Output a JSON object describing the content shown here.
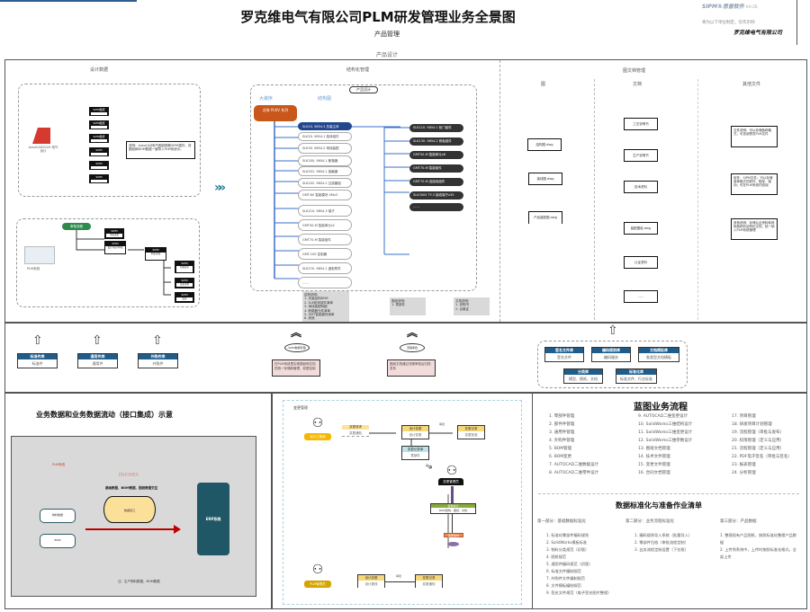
{
  "header": {
    "title": "罗克维电气有限公司PLM研发管理业务全景图",
    "subtitle": "产品管理",
    "section": "产品设计",
    "brand": "SIPM®思普软件",
    "brand_tag": "KH-ZB",
    "brand_note": "将为以下单位制定，仅作示例",
    "company_stamp": "罗克维电气有限公司"
  },
  "design_tools": {
    "title": "设计数据",
    "app_label": "AutoCAD2020 电气设计",
    "chips": [
      "SIPM图纸",
      "SIPM图纸",
      "SIPM图纸",
      "SIPM",
      "SIPM",
      "SIPM"
    ],
    "note": "说明：AutoCAD电气图纸借助SIPM插件，将图纸和BOM数据一键导入PLM系统中。"
  },
  "workflow": {
    "app_label": "PLM系统",
    "root": "审批流程",
    "nodes": [
      "审批流程",
      "设计/校对/审核",
      "审批/批准",
      "归档发布",
      "变更流程",
      "结束"
    ]
  },
  "bom": {
    "title": "结构化管理",
    "frame_label": "产品设计",
    "tab_left": "大装序",
    "tab_right": "结构图",
    "root": "总装 PLKV 系列",
    "left_items": [
      "SLK10. 9854.3 总装主体",
      "SLK20. 9854.1 柜体组件",
      "SLK30. 9854.2 母线装配",
      "SLK200. 9854.1 断路器",
      "SLK201. 9854.1 接触器",
      "SLK202. 9854.2 互感器组",
      "GMT-60 智能模块 SMx3",
      "SLK210. 9854.3 端子",
      "GMT50-M 智能单元x2",
      "GMT70-M 智能组件",
      "GMT-100 控制器",
      "SLK270. 9854.1 盘柜附件",
      "……"
    ],
    "right_items": [
      "SLK110. 9854.1 柜门组件",
      "SLK130. 9854.2 侧板组件",
      "GMT50-M 智能单元x8",
      "GMT70-M 智能组件",
      "GMT70-M 连接线组件",
      "SLK3005 TY-3 接线端子x30",
      "……"
    ]
  },
  "bom_notes": {
    "left": [
      "结构说明：",
      "1. 总装结构BOM",
      "2. SLK柜体部件清单",
      "3. 母线装配明细",
      "4. 断路器元件清单",
      "5. GMT智能模块清单",
      "6. 其他",
      "……"
    ],
    "middle": [
      "图纸说明：",
      "1. 零部件"
    ],
    "right": [
      "文档说明：",
      "1. 说明书",
      "2. 合格证"
    ]
  },
  "doc_mgmt": {
    "title": "图文档管理",
    "columns": [
      "图",
      "文档",
      "其他文件"
    ],
    "drawings": [
      "结构图.dwg",
      "接线图.dwg",
      "产品装配图.dwg"
    ],
    "docs": [
      "工艺说明书",
      "生产说明书",
      "技术资料",
      "装配图纸.dwg",
      "认证资料",
      "……"
    ],
    "others": [
      "文件说明：可以存储各种格式，可查阅预览PLM文件",
      "软件：SIPM文件；可以存储各种格式的软件、程序、驱动；可在PLM系统内查阅",
      "其他说明：存储认证资料和其他各种非结构化文档，统一纳入PLM系统管理"
    ]
  },
  "libraries": {
    "left": [
      {
        "title": "标准件库",
        "body": "标准件"
      },
      {
        "title": "通用件库",
        "body": "通用件"
      },
      {
        "title": "外购件库",
        "body": "外购件"
      }
    ],
    "middle": [
      {
        "bubble": "SIPM数据管理",
        "note": "在PLM系统里实现图纸和文档的统一存储和管理，权限控制"
      },
      {
        "bubble": "流程审批",
        "note": "图纸文档通过流程审批后归档发布"
      }
    ],
    "right": [
      {
        "title": "签名文件库",
        "body": "签名文件"
      },
      {
        "title": "编码规则库",
        "body": "编码服务"
      },
      {
        "title": "文档模板库",
        "body": "各类型文档模板"
      },
      {
        "title": "分类库",
        "body": "模型、图纸、文档"
      },
      {
        "title": "标准化库",
        "body": "标准文件、行业标准"
      }
    ]
  },
  "integration": {
    "title": "业务数据和业务数据流动（接口集成）示意",
    "label_top": "PLM系统",
    "label_mid": "ERP/MES",
    "cylinder_caption": "基础数据、BOM数据、图纸数据交互",
    "cylinder_label": "数据接口",
    "left_boxes": [
      "物料数据",
      "BOM"
    ],
    "target": "ERP系统",
    "footer": "注：生产物料数据、BOM数据"
  },
  "change_mgmt": {
    "title": "变更管理",
    "role_top": "设计工程师",
    "role_mid": "变更管理员",
    "role_bottom": "PLM管理员",
    "top_boxes": [
      {
        "head": "变更请求",
        "body": "变更通知"
      },
      {
        "head": "设计变更",
        "body": "设计变更"
      },
      {
        "head": "变更记录",
        "body": "变更批准"
      }
    ],
    "sub_box": {
      "head": "变更记录单",
      "body": "零部件"
    },
    "green_box": {
      "head": "变更执行",
      "body": "BOM结构、图纸、文档"
    },
    "orange_box": "变更发布",
    "bottom_boxes": [
      {
        "head": "设计变更",
        "body": "设计更改"
      },
      {
        "head": "变更记录",
        "body": "变更通知"
      }
    ],
    "link_label": "审批"
  },
  "blueprint": {
    "title": "蓝图业务流程",
    "col1": [
      "1. 零部件管理",
      "2. 部件件管理",
      "3. 通用件管理",
      "4. 外购件管理",
      "5. BOM管理",
      "6. BOM变更",
      "7. AUTOCAD二维数据设计",
      "8. AUTOCAD二维零件设计"
    ],
    "col2": [
      "9. AUTOCAD二维变更设计",
      "10. SolidWorks三维结构设计",
      "11. SolidWorks三维变更设计",
      "12. SolidWorks三维参数设计",
      "13. 图纸文档管理",
      "14. 技术文件管理",
      "15. 变更文件管理",
      "16. 合同文档管理"
    ],
    "col3": [
      "17. 项目管理",
      "18. 研发项目计划管理",
      "19. 流程管理（审批与发布）",
      "20. 权限管理（定义与应用）",
      "21. 流程管理（定义与应用）",
      "22. PDF电子签名（审批与签名）",
      "23. 报表管理",
      "24. 分析管理"
    ]
  },
  "standardization": {
    "title": "数据标准化与准备作业清单",
    "phase1": {
      "title": "第一部分：基础数据标准化",
      "items": [
        "1. 标准化零部件编码规则",
        "2. SolidWorks模板标准",
        "3. 物料分类规范（初版）",
        "4. 图纸规范",
        "5. 通用件编码规范（初版）",
        "6. 标准文件编制规范",
        "7. 外购件文件编制规范",
        "8. 文件模板编制规范",
        "9. 签名文件规范（电子签名图片整理）"
      ]
    },
    "phase2": {
      "title": "第二部分：业务流程标准化",
      "items": [
        "1. 编码规则导入系统（批量导入）",
        "2. 零部件归档（审批流程定制）",
        "3. 业务流程定制设置（下拉框）"
      ]
    },
    "phase3": {
      "title": "第三部分：产品数据",
      "items": [
        "1. 整理现有产品图纸，按照标准化整理产品数据",
        "2. 上传到系统中，上传时按照标准化格式，全部上传"
      ]
    }
  }
}
